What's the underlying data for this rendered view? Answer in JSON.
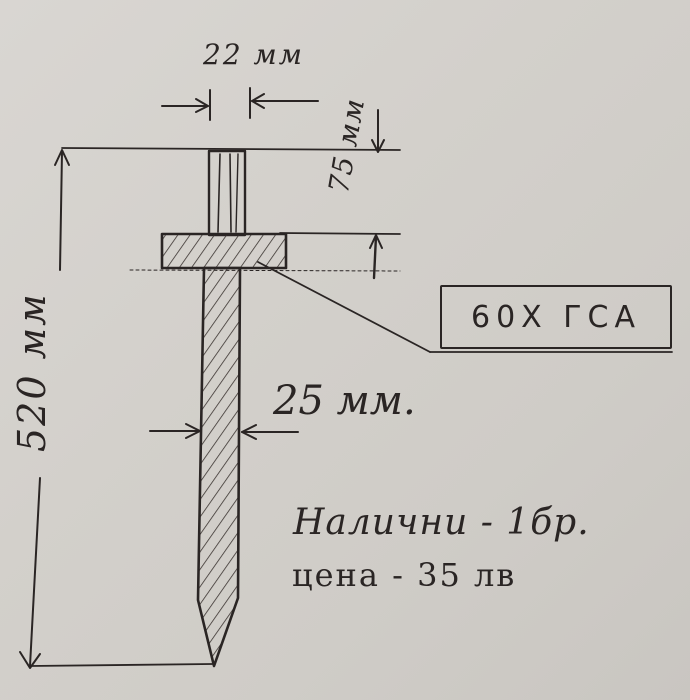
{
  "drawing": {
    "subject": "T-shaped steel rod (grounding stake) sketch on paper",
    "dimensions": {
      "top_width": "22 мм",
      "top_height": "75 мм",
      "total_length": "520 мм",
      "shank_width": "25 мм."
    },
    "material_label": "60X ГСА",
    "notes": {
      "availability": "Налични - 1бр.",
      "price": "цена - 35 лв"
    },
    "colors": {
      "paper": "#d5d2cd",
      "ink": "#2a2524"
    }
  }
}
